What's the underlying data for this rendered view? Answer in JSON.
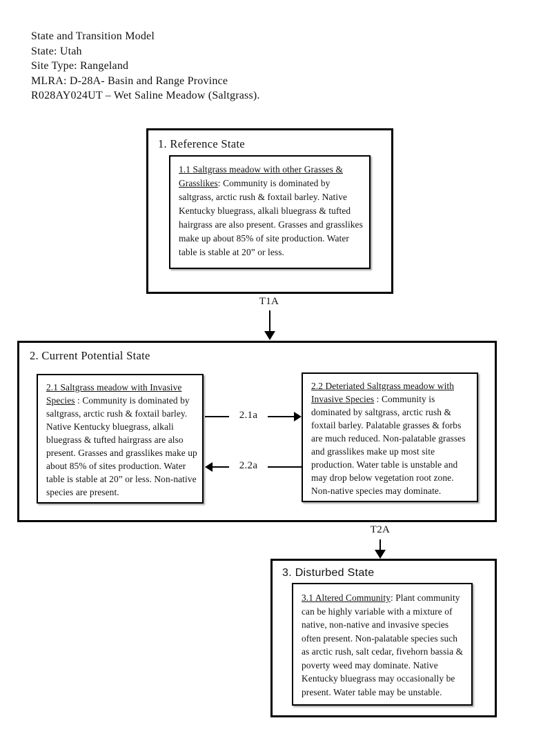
{
  "header": {
    "line1": "State and Transition Model",
    "line2": "State: Utah",
    "line3": "Site Type: Rangeland",
    "line4": "MLRA: D-28A- Basin and Range Province",
    "line5": "R028AY024UT – Wet Saline Meadow (Saltgrass)."
  },
  "reference_state": {
    "title": "1. Reference  State",
    "community": {
      "heading": "1.1 Saltgrass meadow with other Grasses & Grasslikes",
      "sep": ": ",
      "body": "Community is dominated by saltgrass, arctic rush & foxtail barley. Native Kentucky bluegrass, alkali bluegrass & tufted hairgrass are also present. Grasses and grasslikes make up about 85% of site production.  Water table is stable at 20” or less."
    }
  },
  "current_potential_state": {
    "title": "2. Current Potential State",
    "community_21": {
      "heading": "2.1 Saltgrass meadow with Invasive Species",
      "sep": " : ",
      "body": "Community is dominated by saltgrass, arctic rush & foxtail barley. Native Kentucky bluegrass, alkali bluegrass & tufted hairgrass are also present. Grasses and grasslikes make up about 85% of sites production.  Water table is stable at 20” or less. Non-native species are present."
    },
    "community_22": {
      "heading": "2.2 Deteriated Saltgrass meadow with Invasive Species",
      "sep": " : ",
      "body": "Community is dominated by saltgrass, arctic rush & foxtail barley. Palatable grasses & forbs are much reduced. Non-palatable grasses and grasslikes make up most site production.  Water table is unstable and may drop below vegetation root zone. Non-native species may dominate."
    }
  },
  "disturbed_state": {
    "title": "3. Disturbed State",
    "community": {
      "heading": "3.1 Altered Community",
      "sep": ": ",
      "body": "Plant community can be highly variable with a mixture of native, non-native and invasive species often present. Non-palatable species such as arctic rush, salt cedar, fivehorn bassia & poverty weed may dominate.  Native Kentucky bluegrass may occasionally be present. Water table may be unstable."
    }
  },
  "transitions": {
    "t1a": "T1A",
    "t2a": "T2A",
    "a21a": "2.1a",
    "a22a": "2.2a"
  }
}
